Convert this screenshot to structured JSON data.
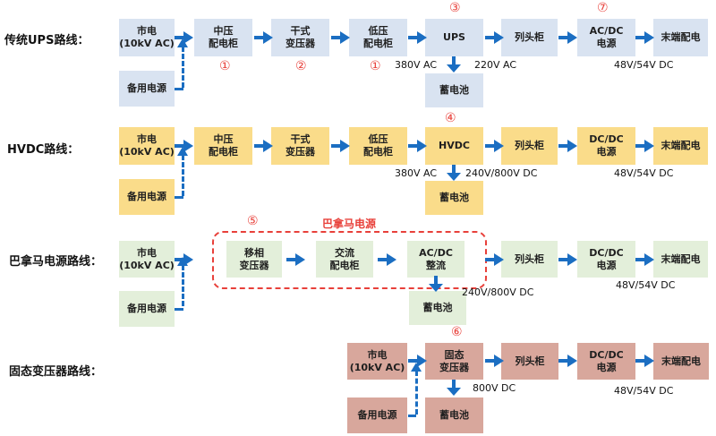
{
  "colors": {
    "ups-row": "#d9e3f1",
    "hvdc-row": "#fadc8a",
    "panama-row": "#e3efda",
    "sst-row": "#d8a79c",
    "arrow": "#1b6ec2",
    "accent-red": "#e8403a",
    "text": "#1f1f1f"
  },
  "rows": {
    "ups": {
      "title": "传统UPS路线：",
      "blocks": {
        "mains": "市电\n(10kV AC)",
        "backup": "备用电源",
        "mv_cabinet": "中压\n配电柜",
        "dry_transformer": "干式\n变压器",
        "lv_cabinet": "低压\n配电柜",
        "ups": "UPS",
        "battery": "蓄电池",
        "row_head": "列头柜",
        "acdc_power": "AC/DC\n电源",
        "end_dist": "末端配电"
      },
      "markers": {
        "mv": "①",
        "dry": "②",
        "lv": "①",
        "ups": "③",
        "acdc": "⑦"
      },
      "voltages": {
        "after_lv": "380V AC",
        "after_ups": "220V AC",
        "after_acdc": "48V/54V DC"
      }
    },
    "hvdc": {
      "title": "HVDC路线：",
      "blocks": {
        "mains": "市电\n(10kV AC)",
        "backup": "备用电源",
        "mv_cabinet": "中压\n配电柜",
        "dry_transformer": "干式\n变压器",
        "lv_cabinet": "低压\n配电柜",
        "hvdc": "HVDC",
        "battery": "蓄电池",
        "row_head": "列头柜",
        "dcdc_power": "DC/DC\n电源",
        "end_dist": "末端配电"
      },
      "markers": {
        "hvdc": "④"
      },
      "voltages": {
        "after_lv": "380V AC",
        "after_hvdc": "240V/800V DC",
        "after_dcdc": "48V/54V DC"
      }
    },
    "panama": {
      "title": "巴拿马电源路线：",
      "group_label": "巴拿马电源",
      "blocks": {
        "mains": "市电\n(10kV AC)",
        "backup": "备用电源",
        "phase_transformer": "移相\n变压器",
        "ac_cabinet": "交流\n配电柜",
        "rectifier": "AC/DC\n整流",
        "battery": "蓄电池",
        "row_head": "列头柜",
        "dcdc_power": "DC/DC\n电源",
        "end_dist": "末端配电"
      },
      "markers": {
        "group": "⑤"
      },
      "voltages": {
        "after_rectifier": "240V/800V DC",
        "after_dcdc": "48V/54V DC"
      }
    },
    "sst": {
      "title": "固态变压器路线：",
      "blocks": {
        "mains": "市电\n(10kV AC)",
        "backup": "备用电源",
        "sst": "固态\n变压器",
        "battery": "蓄电池",
        "row_head": "列头柜",
        "dcdc_power": "DC/DC\n电源",
        "end_dist": "末端配电"
      },
      "markers": {
        "sst": "⑥"
      },
      "voltages": {
        "after_sst": "800V DC",
        "after_dcdc": "48V/54V DC"
      }
    }
  }
}
